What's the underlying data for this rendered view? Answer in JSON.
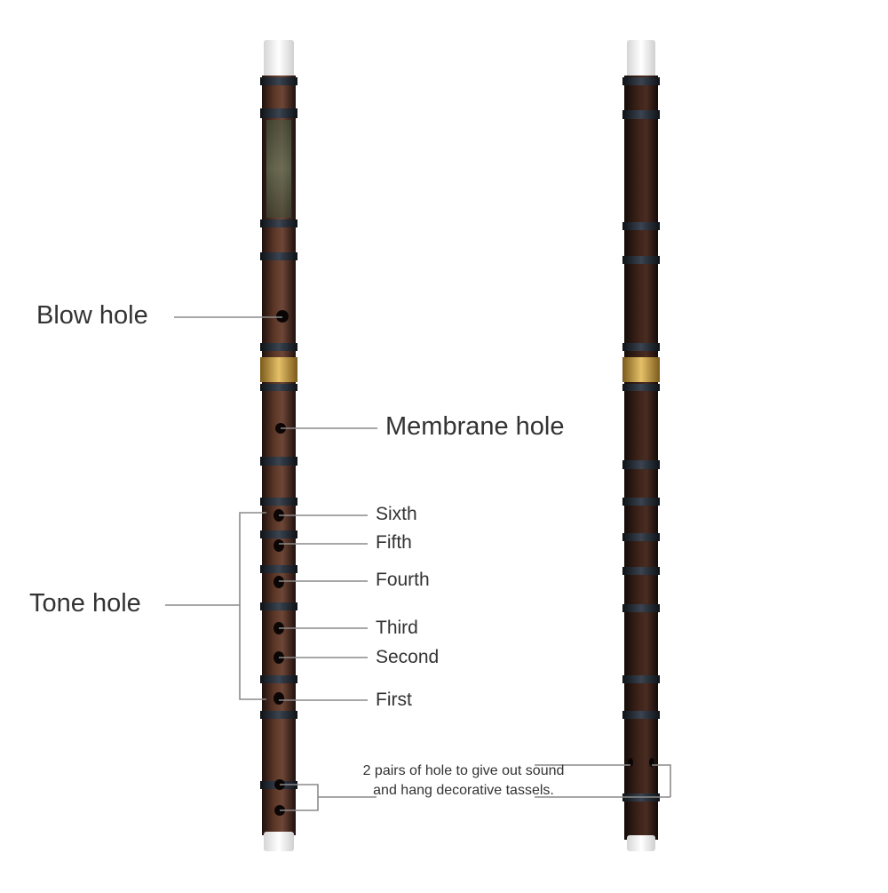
{
  "labels": {
    "blow_hole": "Blow hole",
    "membrane_hole": "Membrane hole",
    "tone_hole": "Tone hole",
    "sixth": "Sixth",
    "fifth": "Fifth",
    "fourth": "Fourth",
    "third": "Third",
    "second": "Second",
    "first": "First",
    "tassel_note": "2 pairs of hole to give out sound and hang decorative tassels."
  },
  "colors": {
    "bamboo_dark": "#2a1712",
    "bamboo_mid": "#4a2c22",
    "bamboo_light": "#6b4536",
    "node_band": "#1c222b",
    "brass_ring": "#c89a3a",
    "end_cap": "#f3f3f3",
    "leader_line": "#8a8a8a",
    "text": "#333333"
  }
}
